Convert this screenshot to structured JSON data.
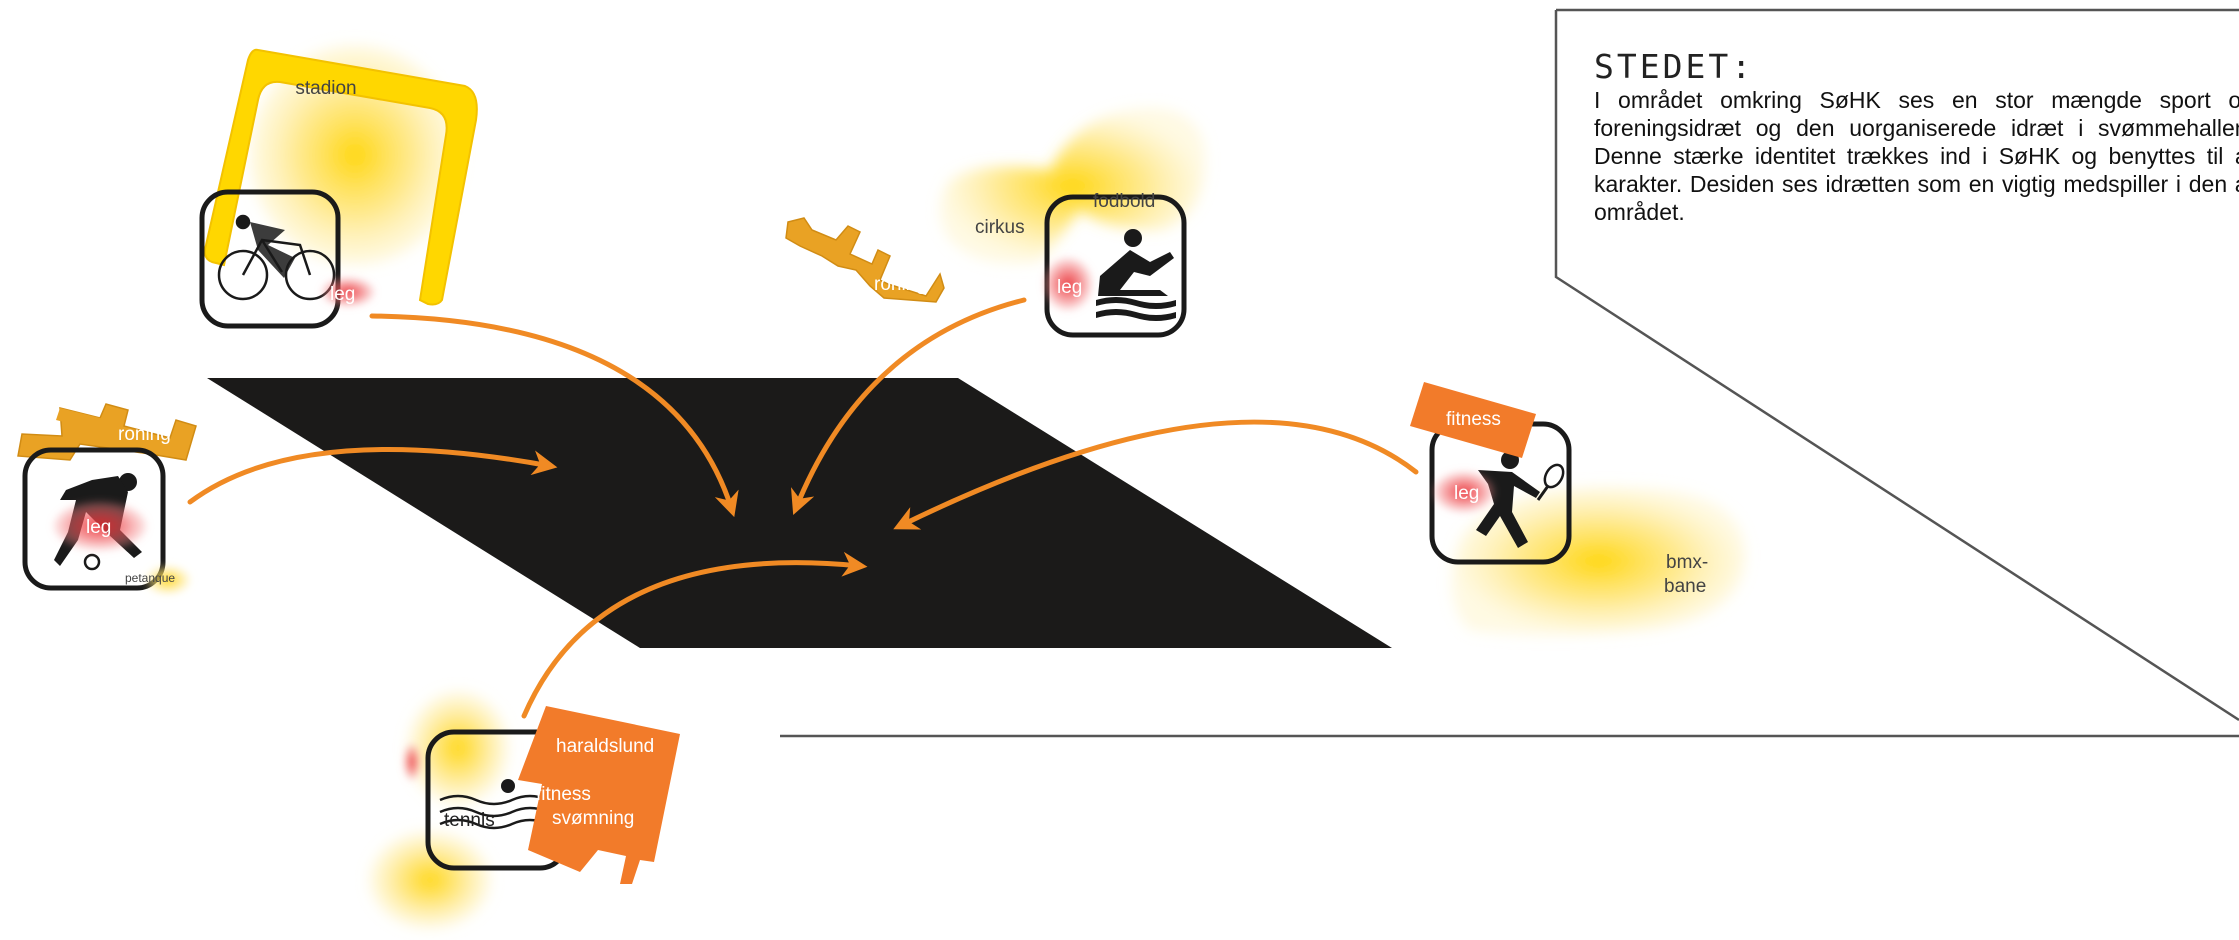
{
  "info_box": {
    "heading": "STEDET:",
    "body": "I området omkring SøHK ses en stor mængde sport og foreningsidræt og den uorganiserede idræt i svømmehallen. Denne stærke identitet trækkes ind i SøHK og benyttes til at karakter. Desiden ses idrætten som en vigtig medspiller i den af området."
  },
  "labels": {
    "stadion": "stadion",
    "leg": "leg",
    "roning": "roning",
    "petanque": "petanque",
    "cirkus": "cirkus",
    "fodbold": "fodbold",
    "fitness": "fitness",
    "bmx": "bmx-",
    "bane": "bane",
    "haraldslund": "haraldslund",
    "svomning": "svømning",
    "tennis": "tennis"
  },
  "icons": [
    "cycling-pictogram-icon",
    "rowing-pictogram-icon",
    "football-pictogram-icon",
    "tennis-pictogram-icon",
    "swimming-pictogram-icon"
  ],
  "colors": {
    "arrow": "#f08a24",
    "plaza": "#1b1a19",
    "building_orange": "#f27b2a",
    "stadium_yellow": "#ffd700",
    "heat_yellow": "#ffd400",
    "heat_red": "#e8262c",
    "roning_ochre": "#e9a224"
  }
}
